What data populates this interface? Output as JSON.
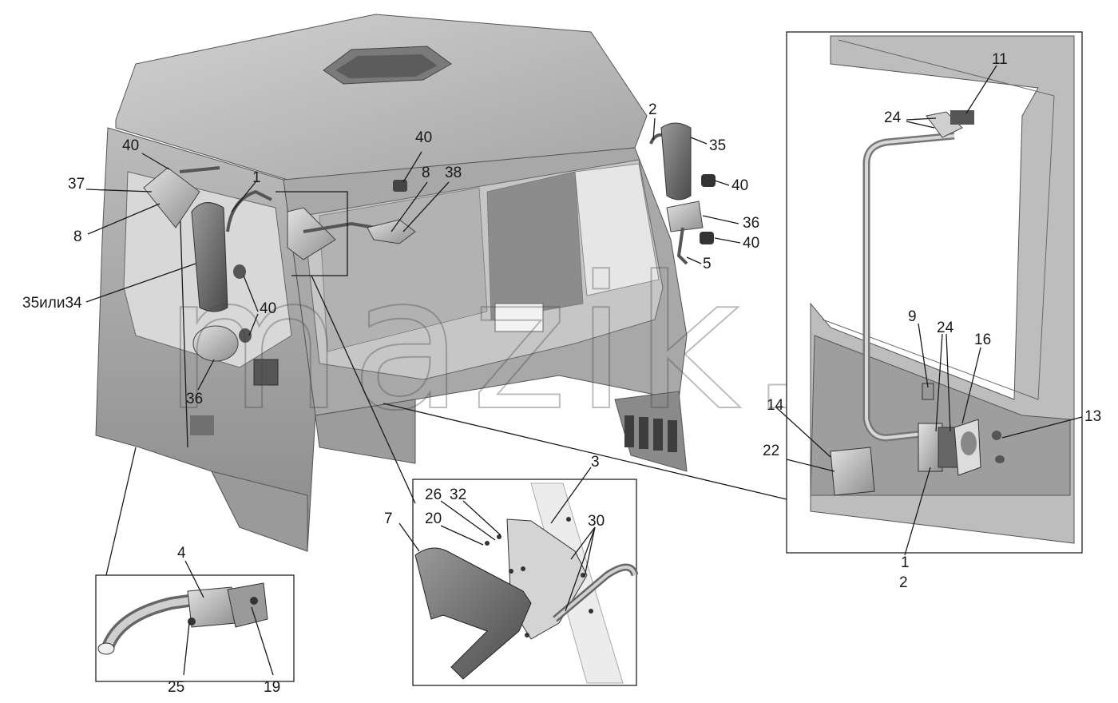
{
  "watermark": "mazik.by",
  "labels": {
    "l40a": "40",
    "l37": "37",
    "l8a": "8",
    "l35_34": "35или34",
    "l1a": "1",
    "l40b": "40",
    "l8b": "8",
    "l38": "38",
    "l2a": "2",
    "l35": "35",
    "l40c": "40",
    "l36a": "36",
    "l40d": "40",
    "l5": "5",
    "l40e": "40",
    "l36b": "36",
    "l11": "11",
    "l24a": "24",
    "l9": "9",
    "l24b": "24",
    "l16": "16",
    "l13": "13",
    "l14": "14",
    "l22": "22",
    "l1b": "1",
    "l2b": "2",
    "l3": "3",
    "l7": "7",
    "l26": "26",
    "l32": "32",
    "l20": "20",
    "l30": "30",
    "l4": "4",
    "l25": "25",
    "l19": "19"
  }
}
